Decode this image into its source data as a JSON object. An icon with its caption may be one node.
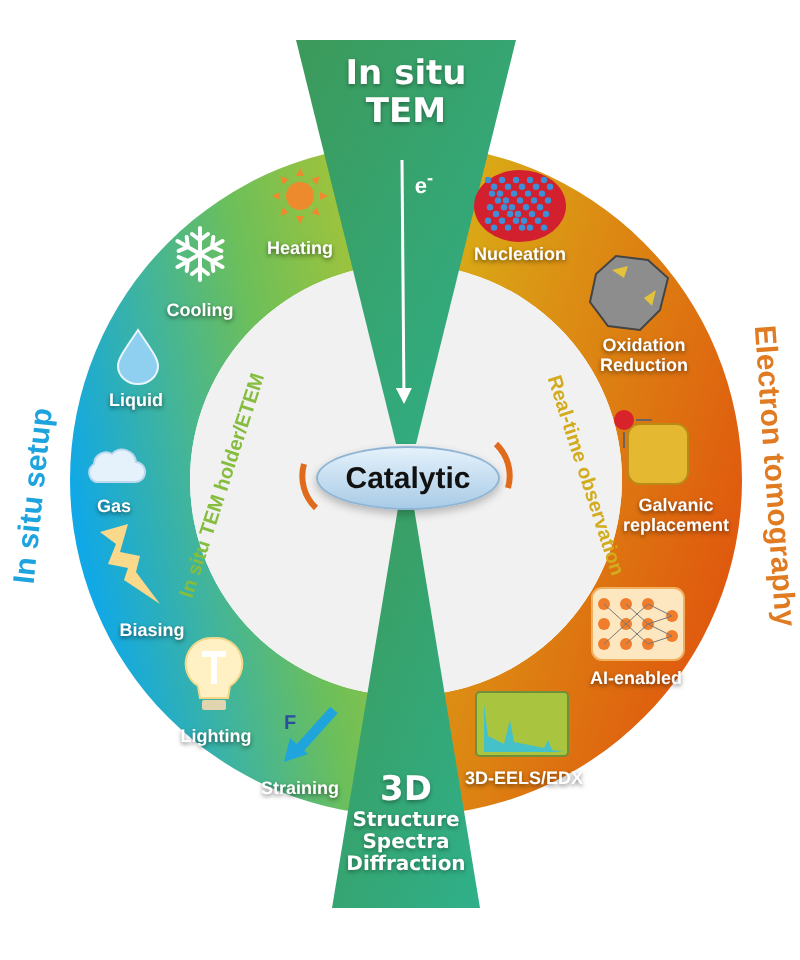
{
  "diagram": {
    "nodes": [
      {
        "text": [
          "In situ TEM"
        ]
      },
      {
        "text": [
          "3D",
          "Structure Spectra Diffraction"
        ]
      },
      {
        "text": [
          "Catalytic"
        ]
      }
    ],
    "labels": [
      "e$^{-}$",
      "Heating",
      "Cooling",
      "Liquid",
      "Gas",
      "Biasing",
      "Lighting",
      "Straining",
      "In situ TEM holder/ETEM",
      "In situ setup",
      "Nucleation",
      "Oxidation Reduction",
      "Galvanic replacement",
      "AI-enabled",
      "3D-EELS/EDX",
      "Real-time observation",
      "Electron tomography",
      "F"
    ]
  }
}
